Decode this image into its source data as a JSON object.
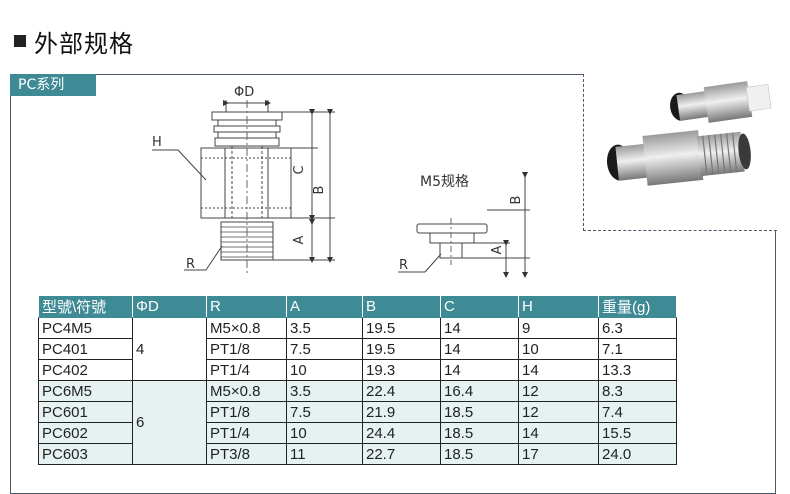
{
  "heading": "外部规格",
  "series_tab": "PC系列",
  "diagram": {
    "phi_d": "ΦD",
    "h": "H",
    "c": "C",
    "b": "B",
    "a": "A",
    "r": "R",
    "m5_title": "M5规格",
    "m5_b": "B",
    "m5_a": "A",
    "m5_r": "R"
  },
  "table": {
    "headers": [
      "型號\\符號",
      "ΦD",
      "R",
      "A",
      "B",
      "C",
      "H",
      "重量(g)"
    ],
    "groups": [
      {
        "od": "4",
        "rows": [
          [
            "PC4M5",
            "M5×0.8",
            "3.5",
            "19.5",
            "14",
            "9",
            "6.3"
          ],
          [
            "PC401",
            "PT1/8",
            "7.5",
            "19.5",
            "14",
            "10",
            "7.1"
          ],
          [
            "PC402",
            "PT1/4",
            "10",
            "19.3",
            "14",
            "14",
            "13.3"
          ]
        ]
      },
      {
        "od": "6",
        "rows": [
          [
            "PC6M5",
            "M5×0.8",
            "3.5",
            "22.4",
            "16.4",
            "12",
            "8.3"
          ],
          [
            "PC601",
            "PT1/8",
            "7.5",
            "21.9",
            "18.5",
            "12",
            "7.4"
          ],
          [
            "PC602",
            "PT1/4",
            "10",
            "24.4",
            "18.5",
            "14",
            "15.5"
          ],
          [
            "PC603",
            "PT3/8",
            "11",
            "22.7",
            "18.5",
            "17",
            "24.0"
          ]
        ]
      }
    ]
  }
}
